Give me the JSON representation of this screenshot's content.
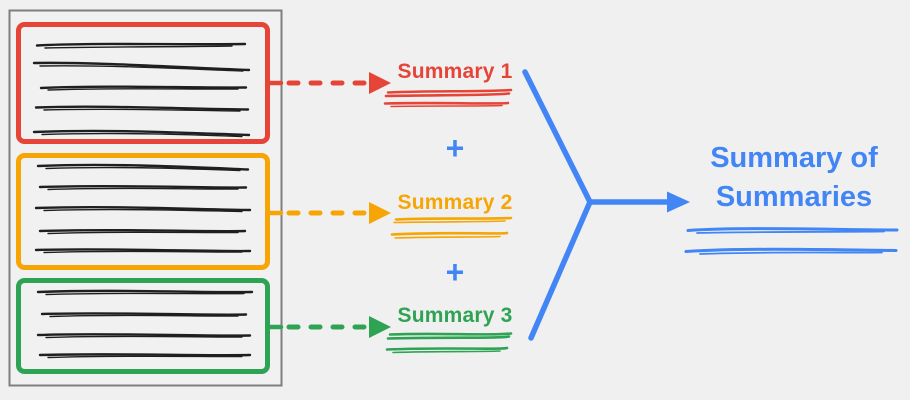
{
  "page": {
    "background": "#F0F0F0"
  },
  "colors": {
    "red": "#E64437",
    "orange": "#F6A504",
    "green": "#2EA353",
    "blue": "#4285F4",
    "ink": "#1F1F1F",
    "document_border": "#7E7E7E"
  },
  "document": {
    "description": "source document with three highlighted chunks of scribbled text",
    "chunks": [
      {
        "id": "chunk-1",
        "color": "#E64437",
        "text_line_count": 5
      },
      {
        "id": "chunk-2",
        "color": "#F6A504",
        "text_line_count": 5
      },
      {
        "id": "chunk-3",
        "color": "#2EA353",
        "text_line_count": 4
      }
    ]
  },
  "summaries": [
    {
      "label": "Summary 1",
      "color": "#E64437"
    },
    {
      "label": "Summary 2",
      "color": "#F6A504"
    },
    {
      "label": "Summary 3",
      "color": "#2EA353"
    }
  ],
  "operators": {
    "plus_top": "+",
    "plus_bottom": "+"
  },
  "result": {
    "title_line1": "Summary of",
    "title_line2": "Summaries",
    "color": "#4285F4"
  }
}
